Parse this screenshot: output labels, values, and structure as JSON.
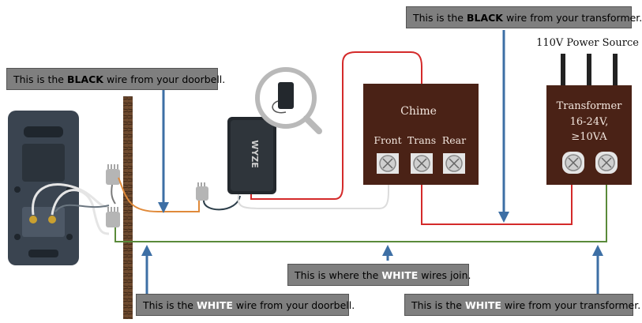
{
  "callouts": {
    "doorbell_black": {
      "pre": "This is the ",
      "strong": "BLACK",
      "post": " wire from your doorbell."
    },
    "transformer_black": {
      "pre": "This is the ",
      "strong": "BLACK",
      "post": " wire from your transformer."
    },
    "white_join": {
      "pre": "This is where the ",
      "strong": "WHITE",
      "post": " wires join."
    },
    "doorbell_white": {
      "pre": "This is the ",
      "strong": "WHITE",
      "post": " wire from your doorbell."
    },
    "transformer_white": {
      "pre": "This is the ",
      "strong": "WHITE",
      "post": " wire from your transformer."
    }
  },
  "power_source_label": "110V Power Source",
  "chime": {
    "title": "Chime",
    "terminals": [
      "Front",
      "Trans",
      "Rear"
    ]
  },
  "transformer": {
    "line1": "Transformer",
    "line2": "16-24V,",
    "line3": "≥10VA"
  },
  "device_brand": "WYZE",
  "colors": {
    "black_wire": "#d42a2a",
    "white_wire": "#5a8a3a",
    "orange_wire": "#e08a3a",
    "arrow": "#3d6fa5",
    "box": "#4a2216",
    "callout_bg": "#7f7f7f"
  }
}
